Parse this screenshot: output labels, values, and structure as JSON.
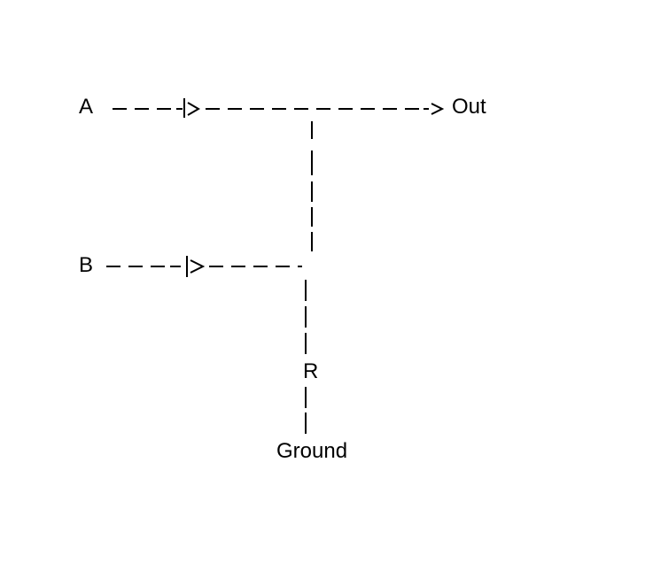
{
  "diagram": {
    "nodes": {
      "a": "A",
      "b": "B",
      "out": "Out",
      "r": "R",
      "ground": "Ground"
    },
    "ascii": {
      "line_a": "– – – –|>– – – – – – – – – – – –>",
      "line_b": "– – – – –|>– – – – – -",
      "vertical_top": "|\n|\n|\n|\n|\n|",
      "vertical_mid": "|\n|\n|\n|",
      "vertical_low": "|\n|"
    },
    "colors": {
      "background": "#ffffff",
      "ink": "#000000"
    }
  }
}
